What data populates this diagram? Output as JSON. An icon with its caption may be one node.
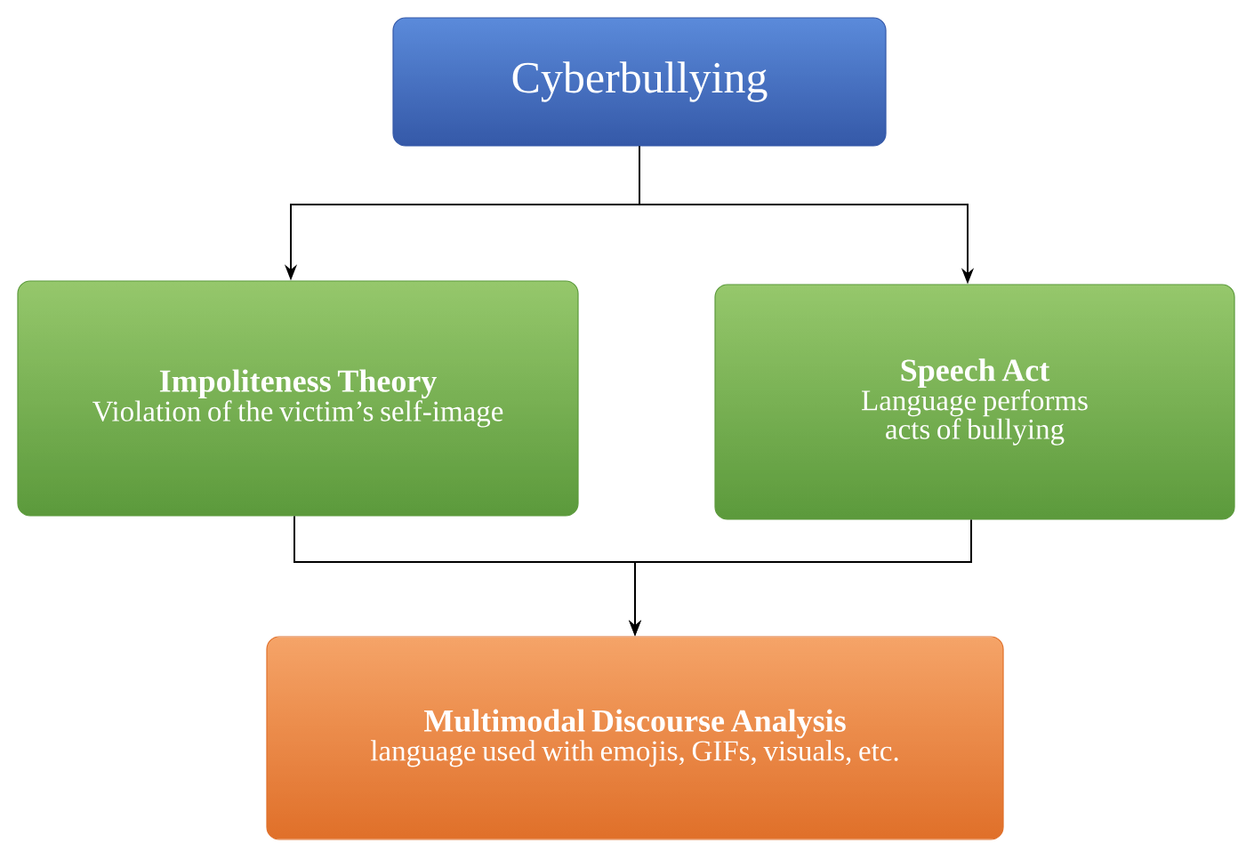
{
  "diagram": {
    "nodes": [
      {
        "text": [
          "Cyberbullying"
        ]
      },
      {
        "text": [
          "Impoliteness Theory",
          "Violation of the victim’s self-image"
        ]
      },
      {
        "text": [
          "Speech Act",
          "Language performs acts of bullying"
        ]
      },
      {
        "text": [
          "Multimodal Discourse Analysis",
          "language used with emojis, GIFs, visuals, etc."
        ]
      }
    ],
    "edges": [
      {
        "from": 0,
        "to": 1,
        "arrow": "to"
      },
      {
        "from": 0,
        "to": 2,
        "arrow": "to"
      },
      {
        "from": 1,
        "to": 3,
        "arrow": "to"
      },
      {
        "from": 2,
        "to": 3,
        "arrow": "to"
      }
    ]
  }
}
